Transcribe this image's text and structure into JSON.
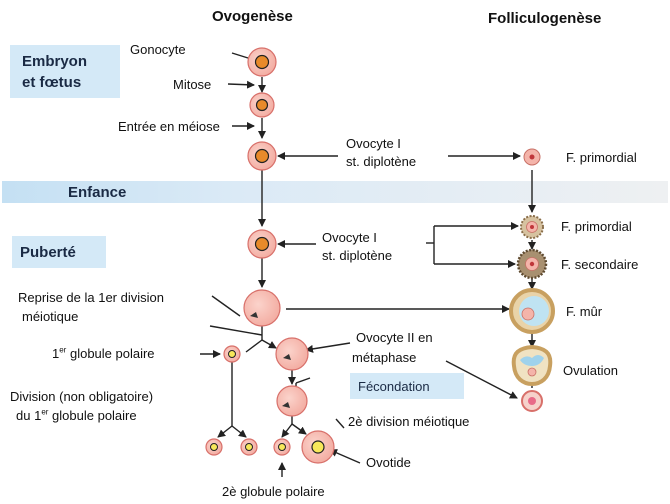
{
  "headers": {
    "left": "Ovogenèse",
    "right": "Folliculogenèse"
  },
  "periods": {
    "embryo_line1": "Embryon",
    "embryo_line2": "et fœtus",
    "childhood": "Enfance",
    "puberty": "Puberté"
  },
  "labels": {
    "gonocyte": "Gonocyte",
    "mitose": "Mitose",
    "entree_meiose": "Entrée en méiose",
    "ovocyte1_a_line1": "Ovocyte I",
    "ovocyte1_a_line2": "st. diplotène",
    "ovocyte1_b_line1": "Ovocyte I",
    "ovocyte1_b_line2": "st. diplotène",
    "reprise_line1": "Reprise de la 1er division",
    "reprise_line2": "méiotique",
    "globule1_sup": "er",
    "globule1_rest": " globule polaire",
    "division_line1": "Division (non obligatoire)",
    "division_line2_pre": "du 1",
    "division_line2_sup": "er",
    "division_line2_post": " globule polaire",
    "ovocyte2_line1": "Ovocyte II en",
    "ovocyte2_line2": "métaphase",
    "fecondation": "Fécondation",
    "division2": "2è division méiotique",
    "ovotide": "Ovotide",
    "globule2": "2è globule polaire",
    "f_primordial_a": "F. primordial",
    "f_primordial_b": "F. primordial",
    "f_secondaire": "F. secondaire",
    "f_mur": "F. mûr",
    "ovulation": "Ovulation"
  },
  "colors": {
    "cell_fill": "#f6b8ae",
    "cell_stroke": "#d8706a",
    "nucleus_orange": "#e88a2a",
    "nucleus_yellow": "#f7e85a",
    "period_box": "#d4e9f7",
    "childhood_band": "#c4e0f3",
    "arrow": "#222222"
  }
}
